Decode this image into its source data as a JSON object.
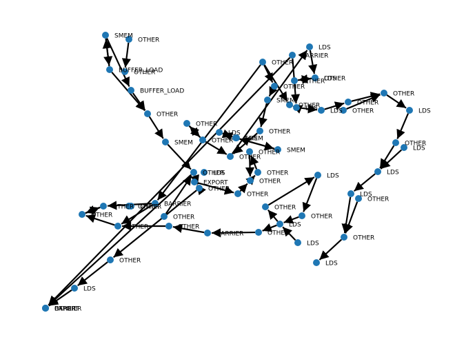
{
  "graph": {
    "node_color": "#1f77b4",
    "edge_color": "#000000",
    "nodes": [
      {
        "id": "n1",
        "label": "SMEM"
      },
      {
        "id": "n2",
        "label": "OTHER"
      },
      {
        "id": "n3",
        "label": "BUFFER_LOAD"
      },
      {
        "id": "n4",
        "label": "OTHER"
      },
      {
        "id": "n5",
        "label": "BUFFER_LOAD"
      },
      {
        "id": "n6",
        "label": "OTHER"
      },
      {
        "id": "n7",
        "label": "SMEM"
      },
      {
        "id": "n8",
        "label": "OTHER"
      },
      {
        "id": "n9",
        "label": "LDS"
      },
      {
        "id": "n10",
        "label": "OTHER"
      },
      {
        "id": "n11",
        "label": "EXPORT"
      },
      {
        "id": "n12",
        "label": "OTHER"
      },
      {
        "id": "n13",
        "label": "OTHER"
      },
      {
        "id": "n14",
        "label": "LDS"
      },
      {
        "id": "n15",
        "label": "BARRIER"
      },
      {
        "id": "n16",
        "label": "SMEM"
      },
      {
        "id": "n17",
        "label": "OTHER"
      },
      {
        "id": "n18",
        "label": "LDS"
      },
      {
        "id": "n19",
        "label": "OTHER"
      },
      {
        "id": "n20",
        "label": "OTHER"
      },
      {
        "id": "n21",
        "label": "OTHER"
      },
      {
        "id": "n22",
        "label": "OTHER"
      },
      {
        "id": "n23",
        "label": "OTHER"
      },
      {
        "id": "n24",
        "label": "SMEM"
      },
      {
        "id": "n25",
        "label": "OTHER"
      },
      {
        "id": "n26",
        "label": "SMEM"
      },
      {
        "id": "n27",
        "label": "OTHER"
      },
      {
        "id": "n28",
        "label": "OTHER"
      },
      {
        "id": "n29",
        "label": "LDS"
      },
      {
        "id": "n30",
        "label": "OTHER"
      },
      {
        "id": "n31",
        "label": "OTHER"
      },
      {
        "id": "n32",
        "label": "LDS"
      },
      {
        "id": "n33",
        "label": "OTHER"
      },
      {
        "id": "n34",
        "label": "OTHER"
      },
      {
        "id": "n35",
        "label": "OTHER"
      },
      {
        "id": "n36",
        "label": "LDS"
      },
      {
        "id": "n37",
        "label": "OTHER"
      },
      {
        "id": "n38",
        "label": "LDS"
      },
      {
        "id": "n39",
        "label": "OTHER"
      },
      {
        "id": "n40",
        "label": "LDS"
      },
      {
        "id": "n41",
        "label": "OTHER"
      },
      {
        "id": "n42",
        "label": "BARRIER"
      },
      {
        "id": "n43",
        "label": "OTHER"
      },
      {
        "id": "n44",
        "label": "OTHER"
      },
      {
        "id": "n45",
        "label": "BARRIER"
      },
      {
        "id": "n46",
        "label": "OTHER"
      },
      {
        "id": "n47",
        "label": "OTHER"
      },
      {
        "id": "n48",
        "label": "OTHER"
      },
      {
        "id": "n49",
        "label": "LDS"
      },
      {
        "id": "n50",
        "label": "OTHER"
      },
      {
        "id": "n51",
        "label": "LDS"
      },
      {
        "id": "n52",
        "label": "OTHER"
      },
      {
        "id": "n53",
        "label": "LDS"
      },
      {
        "id": "n54",
        "label": "OTHER"
      },
      {
        "id": "n55",
        "label": "LDS"
      },
      {
        "id": "n56",
        "label": "LDS"
      },
      {
        "id": "n57",
        "label": "OTHER"
      },
      {
        "id": "n58",
        "label": "LDS"
      },
      {
        "id": "n59",
        "label": "BARRIER"
      },
      {
        "id": "n60",
        "label": "OTHER"
      },
      {
        "id": "n61",
        "label": "EXPORT"
      },
      {
        "id": "n62",
        "label": "OTHER"
      },
      {
        "id": "n63",
        "label": "OTHER"
      },
      {
        "id": "n64",
        "label": "LDS"
      },
      {
        "id": "n65",
        "label": "LDS"
      }
    ],
    "edges": [
      [
        "n1",
        "n3"
      ],
      [
        "n1",
        "n5"
      ],
      [
        "n2",
        "n4"
      ],
      [
        "n3",
        "n1"
      ],
      [
        "n3",
        "n6"
      ],
      [
        "n4",
        "n6"
      ],
      [
        "n6",
        "n7"
      ],
      [
        "n7",
        "n12"
      ],
      [
        "n8",
        "n10"
      ],
      [
        "n10",
        "n8"
      ],
      [
        "n10",
        "n17"
      ],
      [
        "n9",
        "n16"
      ],
      [
        "n12",
        "n63"
      ],
      [
        "n11",
        "n13"
      ],
      [
        "n13",
        "n19"
      ],
      [
        "n19",
        "n20"
      ],
      [
        "n20",
        "n22"
      ],
      [
        "n22",
        "n24"
      ],
      [
        "n22",
        "n23"
      ],
      [
        "n24",
        "n26"
      ],
      [
        "n25",
        "n45"
      ],
      [
        "n26",
        "n27"
      ],
      [
        "n27",
        "n28"
      ],
      [
        "n28",
        "n29"
      ],
      [
        "n29",
        "n30"
      ],
      [
        "n30",
        "n29"
      ],
      [
        "n31",
        "n32"
      ],
      [
        "n32",
        "n34"
      ],
      [
        "n34",
        "n35"
      ],
      [
        "n35",
        "n33"
      ],
      [
        "n36",
        "n43"
      ],
      [
        "n37",
        "n38"
      ],
      [
        "n37",
        "n40"
      ],
      [
        "n38",
        "n37"
      ],
      [
        "n39",
        "n41"
      ],
      [
        "n41",
        "n46"
      ],
      [
        "n42",
        "n48"
      ],
      [
        "n43",
        "n42"
      ],
      [
        "n44",
        "n42"
      ],
      [
        "n45",
        "n44"
      ],
      [
        "n46",
        "n47"
      ],
      [
        "n47",
        "n48"
      ],
      [
        "n48",
        "n61"
      ],
      [
        "n49",
        "n53"
      ],
      [
        "n50",
        "n56"
      ],
      [
        "n51",
        "n54"
      ],
      [
        "n52",
        "n56"
      ],
      [
        "n53",
        "n54"
      ],
      [
        "n54",
        "n52"
      ],
      [
        "n55",
        "n59"
      ],
      [
        "n56",
        "n55"
      ],
      [
        "n57",
        "n58"
      ],
      [
        "n58",
        "n59"
      ],
      [
        "n59",
        "n60"
      ],
      [
        "n60",
        "n62"
      ],
      [
        "n62",
        "n60"
      ],
      [
        "n61",
        "n63"
      ],
      [
        "n64",
        "n65"
      ],
      [
        "n65",
        "n57"
      ],
      [
        "n15",
        "n39"
      ],
      [
        "n18",
        "n63"
      ],
      [
        "n21",
        "n25"
      ]
    ]
  }
}
